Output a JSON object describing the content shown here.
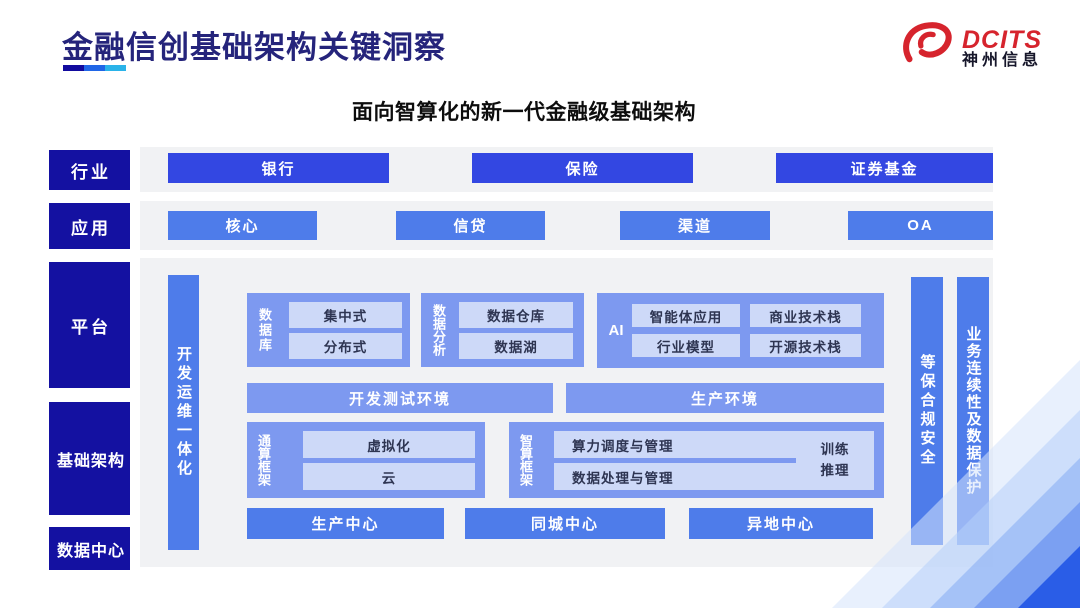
{
  "slide": {
    "title": "金融信创基础架构关键洞察",
    "subtitle": "面向智算化的新一代金融级基础架构"
  },
  "logo": {
    "icon": "dcits-swirl-icon",
    "brand": "DCITS",
    "company": "神州信息"
  },
  "layers": {
    "industry": {
      "label": "行业",
      "items": [
        "银行",
        "保险",
        "证券基金"
      ]
    },
    "application": {
      "label": "应用",
      "items": [
        "核心",
        "信贷",
        "渠道",
        "OA"
      ]
    },
    "platform": {
      "label": "平台"
    },
    "infrastructure": {
      "label": "基础架构"
    },
    "datacenter": {
      "label": "数据中心"
    }
  },
  "pillars": {
    "left": "开发运维一体化",
    "right_inner": "等保合规安全",
    "right_outer": "业务连续性及数据保护"
  },
  "platform_groups": {
    "database": {
      "label": "数据库",
      "items": [
        "集中式",
        "分布式"
      ]
    },
    "analytics": {
      "label": "数据分析",
      "items": [
        "数据仓库",
        "数据湖"
      ]
    },
    "ai": {
      "label": "AI",
      "items": [
        "智能体应用",
        "商业技术栈",
        "行业模型",
        "开源技术栈"
      ]
    }
  },
  "environments": {
    "dev_test": "开发测试环境",
    "production": "生产环境"
  },
  "frameworks": {
    "general": {
      "label": "通算框架",
      "items": [
        "虚拟化",
        "云"
      ]
    },
    "intelligent": {
      "label": "智算框架",
      "items": [
        "算力调度与管理",
        "数据处理与管理"
      ],
      "side": "训练\n推理"
    }
  },
  "centers": [
    "生产中心",
    "同城中心",
    "异地中心"
  ],
  "colors": {
    "navy": "#1411a1",
    "industry_blue": "#3347e2",
    "mid_blue": "#4e7cea",
    "group_blue": "#7d99f0",
    "light_blue": "#cdd9f8",
    "brand_red": "#d6242d",
    "panel_gray": "#f1f2f4",
    "underline": [
      "#120b9e",
      "#2066e7",
      "#2ab3e9"
    ]
  }
}
